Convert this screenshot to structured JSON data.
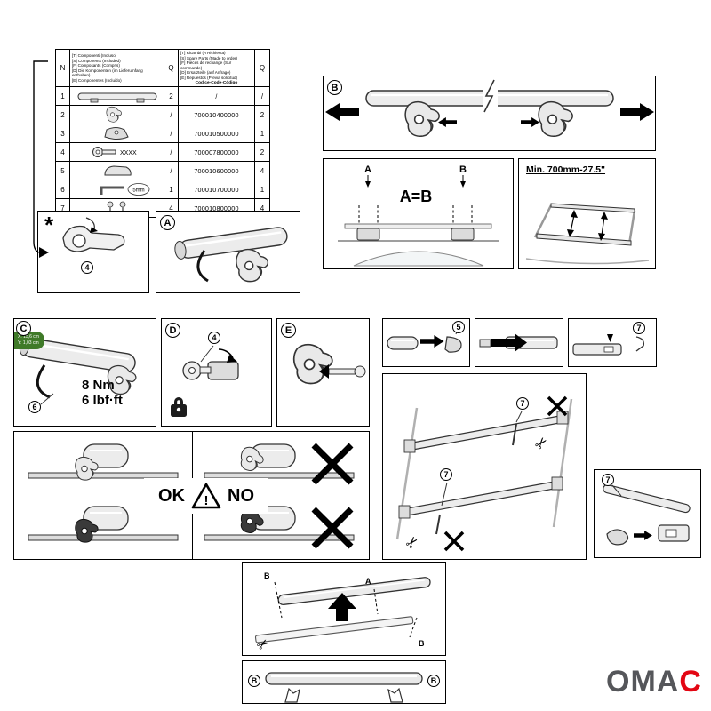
{
  "table": {
    "header": {
      "n": "N",
      "q_included": "Q",
      "q_spare": "Q",
      "included": "[T] Componenti (Incluso)\n[S] Components (Included)\n[F] Composants (Compris)\n[D] Die Komponenten (im Lieferumfang enthalten)\n[E] Componentes (Incluido)",
      "spare": "[T] Ricambi (A Richiesta)\n[S] Spare Parts (Made to order)\n[F] Pièces de rechange (Sur commande)\n[D] Ersatzteile (auf Anfrage)\n[E] Repuestos (Previa solicitud)",
      "code_label": "Codice-Code-Código"
    },
    "rows": [
      {
        "n": "1",
        "part": "cross bar",
        "q": "2",
        "code": "/",
        "q2": "/"
      },
      {
        "n": "2",
        "part": "foot clamp",
        "q": "/",
        "code": "700010400000",
        "q2": "2"
      },
      {
        "n": "3",
        "part": "rubber pad",
        "q": "/",
        "code": "700010500000",
        "q2": "1"
      },
      {
        "n": "4",
        "part": "lock key",
        "key_text": "XXXX",
        "q": "/",
        "code": "700007800000",
        "q2": "2"
      },
      {
        "n": "5",
        "part": "end cap",
        "q": "/",
        "code": "700010600000",
        "q2": "4"
      },
      {
        "n": "6",
        "part": "allen key",
        "tool_text": "5mm",
        "q": "1",
        "code": "700010700000",
        "q2": "1"
      },
      {
        "n": "7",
        "part": "fixing screws",
        "q": "4",
        "code": "700010800000",
        "q2": "4"
      }
    ]
  },
  "labels": {
    "star": "*",
    "a": "A",
    "b": "B",
    "c": "C",
    "d": "D",
    "e": "E"
  },
  "callouts": {
    "c4": "4",
    "c5": "5",
    "c6": "6",
    "c7": "7"
  },
  "panels": {
    "aeqb": {
      "label_a": "A",
      "label_b": "B",
      "equation": "A=B"
    },
    "min": {
      "text": "Min. 700mm-27.5\""
    },
    "c": {
      "x_text": "X: 15,6 cm",
      "y_text": "Y: 1,03 cm",
      "torque_nm": "8 Nm",
      "torque_lbf": "6 lbf·ft"
    },
    "okno": {
      "ok": "OK",
      "warn": "!",
      "no": "NO"
    },
    "assembly": {
      "label_a": "A",
      "label_b": "B"
    },
    "final": {
      "label_b": "B"
    }
  },
  "icons": {
    "scissors": "✂"
  },
  "logo": {
    "oma": "OMA",
    "c": "C"
  },
  "colors": {
    "accent_red": "#e30613",
    "tag_green": "#3f7a28"
  }
}
